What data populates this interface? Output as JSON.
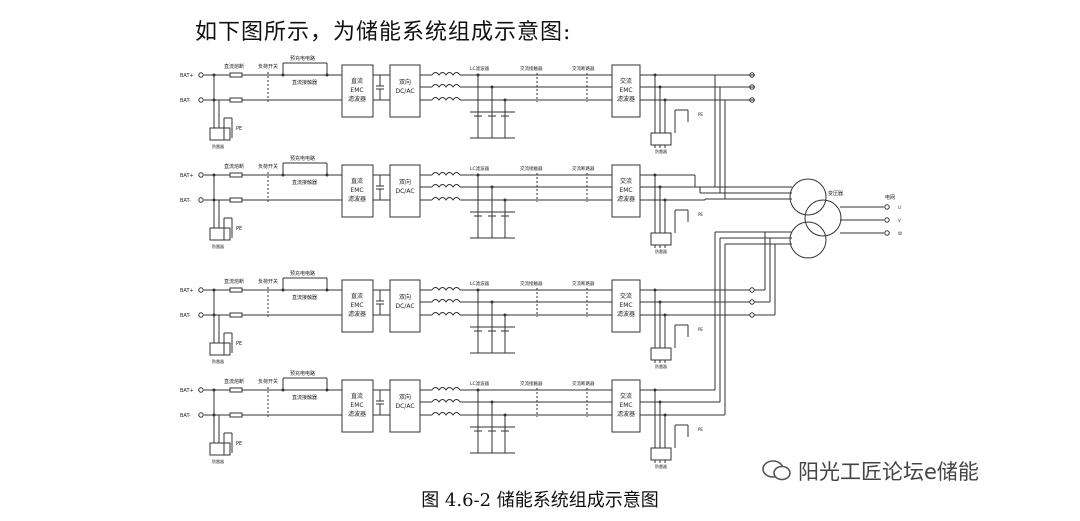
{
  "intro_text": "如下图所示，为储能系统组成示意图:",
  "caption": "图 4.6-2    储能系统组成示意图",
  "watermark": "阳光工匠论坛e储能",
  "diagram": {
    "branches": 4,
    "labels": {
      "bat_pos": "BAT+",
      "bat_neg": "BAT-",
      "dc_fuse": "直流熔断",
      "load_switch": "负荷开关",
      "precharge": "预充电电路",
      "dc_contactor": "直流接触器",
      "dc_emc": [
        "直流",
        "EMC",
        "滤波器"
      ],
      "dcac": [
        "双向",
        "DC/AC"
      ],
      "lc_filter": "LC滤波器",
      "ac_contactor": "交流接触器",
      "ac_breaker": "交流断路器",
      "ac_emc": [
        "交流",
        "EMC",
        "滤波器"
      ],
      "surge": "防雷器",
      "pe": "PE",
      "transformer": "变压器",
      "grid": "电网",
      "phases": [
        "U",
        "V",
        "W"
      ]
    }
  },
  "colors": {
    "line": "#333333",
    "text": "#111111"
  }
}
